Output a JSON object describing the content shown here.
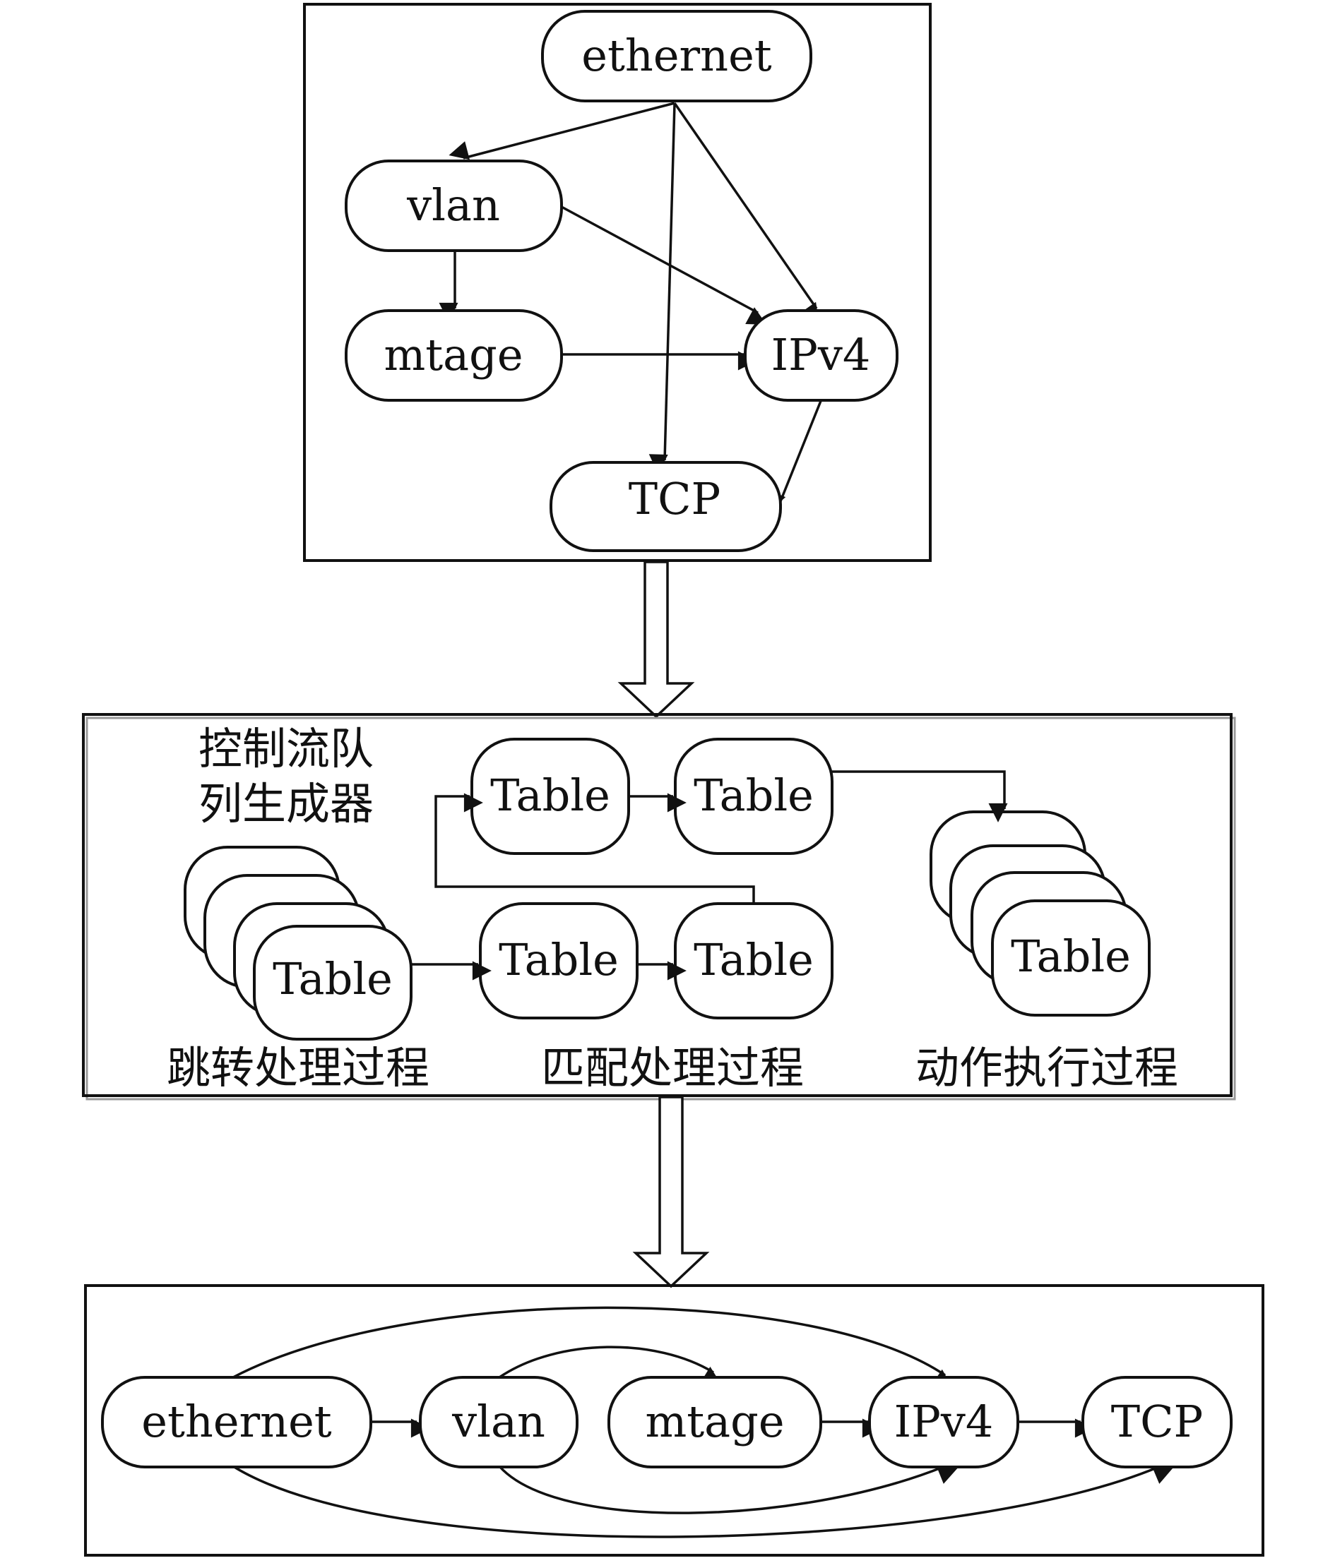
{
  "top_graph": {
    "nodes": {
      "ethernet": "ethernet",
      "vlan": "vlan",
      "mtage": "mtage",
      "ipv4": "IPv4",
      "tcp": "TCP"
    }
  },
  "middle_pipeline": {
    "generator_label_line1": "控制流队",
    "generator_label_line2": "列生成器",
    "table_label": "Table",
    "stage_jump": "跳转处理过程",
    "stage_match": "匹配处理过程",
    "stage_action": "动作执行过程"
  },
  "bottom_graph": {
    "nodes": {
      "ethernet": "ethernet",
      "vlan": "vlan",
      "mtage": "mtage",
      "ipv4": "IPv4",
      "tcp": "TCP"
    }
  },
  "colors": {
    "stroke": "#111111",
    "background": "#ffffff"
  }
}
